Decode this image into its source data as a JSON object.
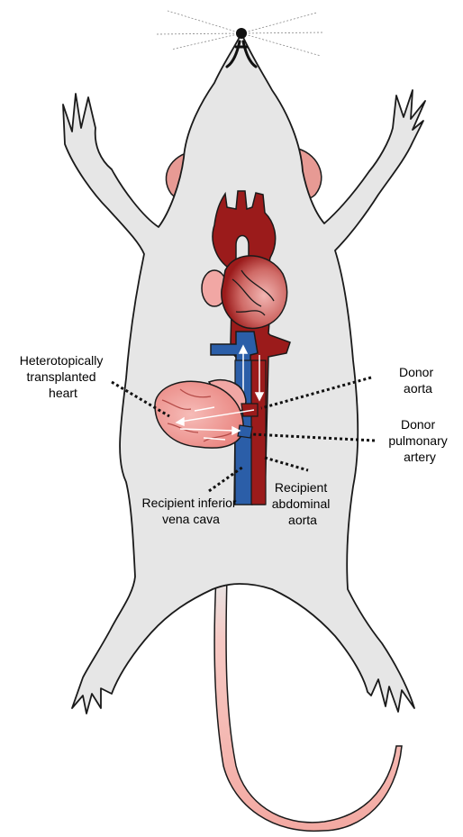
{
  "labels": {
    "transplanted_heart": [
      "Heterotopically",
      "transplanted",
      "heart"
    ],
    "donor_aorta": [
      "Donor",
      "aorta"
    ],
    "donor_pulmonary_artery": [
      "Donor",
      "pulmonary",
      "artery"
    ],
    "recipient_ivc": [
      "Recipient inferior",
      "vena cava"
    ],
    "recipient_abdominal_aorta": [
      "Recipient",
      "abdominal",
      "aorta"
    ]
  },
  "colors": {
    "body": "#e6e6e6",
    "outline": "#1a1a1a",
    "artery": "#9b1b1b",
    "vein": "#2b5ea8",
    "heart_pink": "#f1a7a4",
    "ear_pink": "#e79a94"
  }
}
